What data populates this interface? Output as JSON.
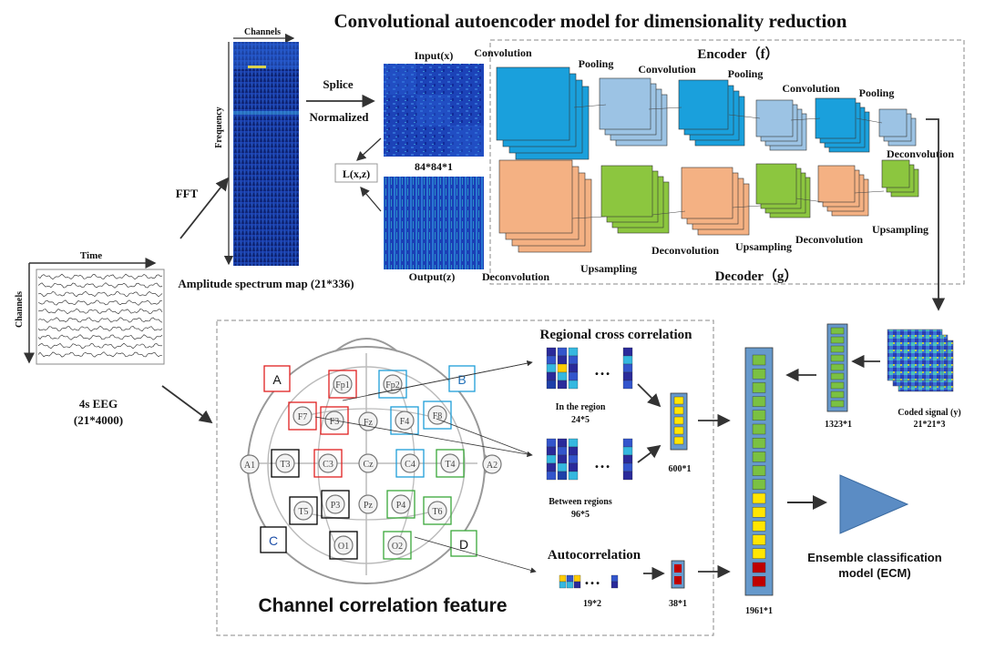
{
  "title": "Convolutional autoencoder model for dimensionality reduction",
  "eeg": {
    "time_label": "Time",
    "channels_label": "Channels",
    "caption_line1": "4s EEG",
    "caption_line2": "(21*4000)"
  },
  "fft_label": "FFT",
  "spectrum": {
    "channels_label": "Channels",
    "frequency_label": "Frequency",
    "caption": "Amplitude spectrum map (21*336)"
  },
  "splice_label": "Splice",
  "normalized_label": "Normalized",
  "input_label": "Input(x)",
  "input_size": "84*84*1",
  "loss_label": "L(x,z)",
  "output_label": "Output(z)",
  "encoder": {
    "title": "Encoder（f）",
    "stages": [
      "Convolution",
      "Pooling",
      "Convolution",
      "Pooling",
      "Convolution",
      "Pooling"
    ],
    "last": "Deconvolution"
  },
  "decoder": {
    "title": "Decoder（g）",
    "stages": [
      "Deconvolution",
      "Upsampling",
      "Deconvolution",
      "Upsampling",
      "Deconvolution",
      "Upsampling"
    ]
  },
  "coded_signal": {
    "label": "Coded signal (y)",
    "size": "21*21*3"
  },
  "flatten_size": "1323*1",
  "head": {
    "left": [
      "A1",
      "T3",
      "T5"
    ],
    "right": [
      "A2",
      "T4",
      "T6"
    ],
    "frontal": [
      "Fp1",
      "Fp2",
      "F7",
      "F3",
      "Fz",
      "F4",
      "F8"
    ],
    "central": [
      "C3",
      "Cz",
      "C4"
    ],
    "parietal": [
      "P3",
      "Pz",
      "P4"
    ],
    "occipital": [
      "O1",
      "O2"
    ]
  },
  "regions": {
    "a": "A",
    "b": "B",
    "c": "C",
    "d": "D"
  },
  "regional_title": "Regional cross correlation",
  "in_region": {
    "label": "In the region",
    "size": "24*5"
  },
  "between_regions": {
    "label": "Between regions",
    "size": "96*5"
  },
  "cross_size": "600*1",
  "autocorr": {
    "title": "Autocorrelation",
    "size": "19*2",
    "vec_size": "38*1"
  },
  "ellipsis": "…",
  "channel_feature_title": "Channel correlation feature",
  "concat_size": "1961*1",
  "ecm_line1": "Ensemble classification",
  "ecm_line2": "model (ECM)",
  "colors": {
    "encoder_blue": "#1aa0dc",
    "encoder_light": "#9cc3e4",
    "decoder_orange": "#f4b183",
    "decoder_green": "#8cc63f",
    "vector_fill": "#6699cc",
    "feat_green": "#7ac142",
    "feat_yellow": "#ffe600",
    "feat_red": "#c00000",
    "region_a": "#e02020",
    "region_b": "#1e9fd8",
    "region_c": "#000000",
    "region_d": "#3aa83a"
  }
}
